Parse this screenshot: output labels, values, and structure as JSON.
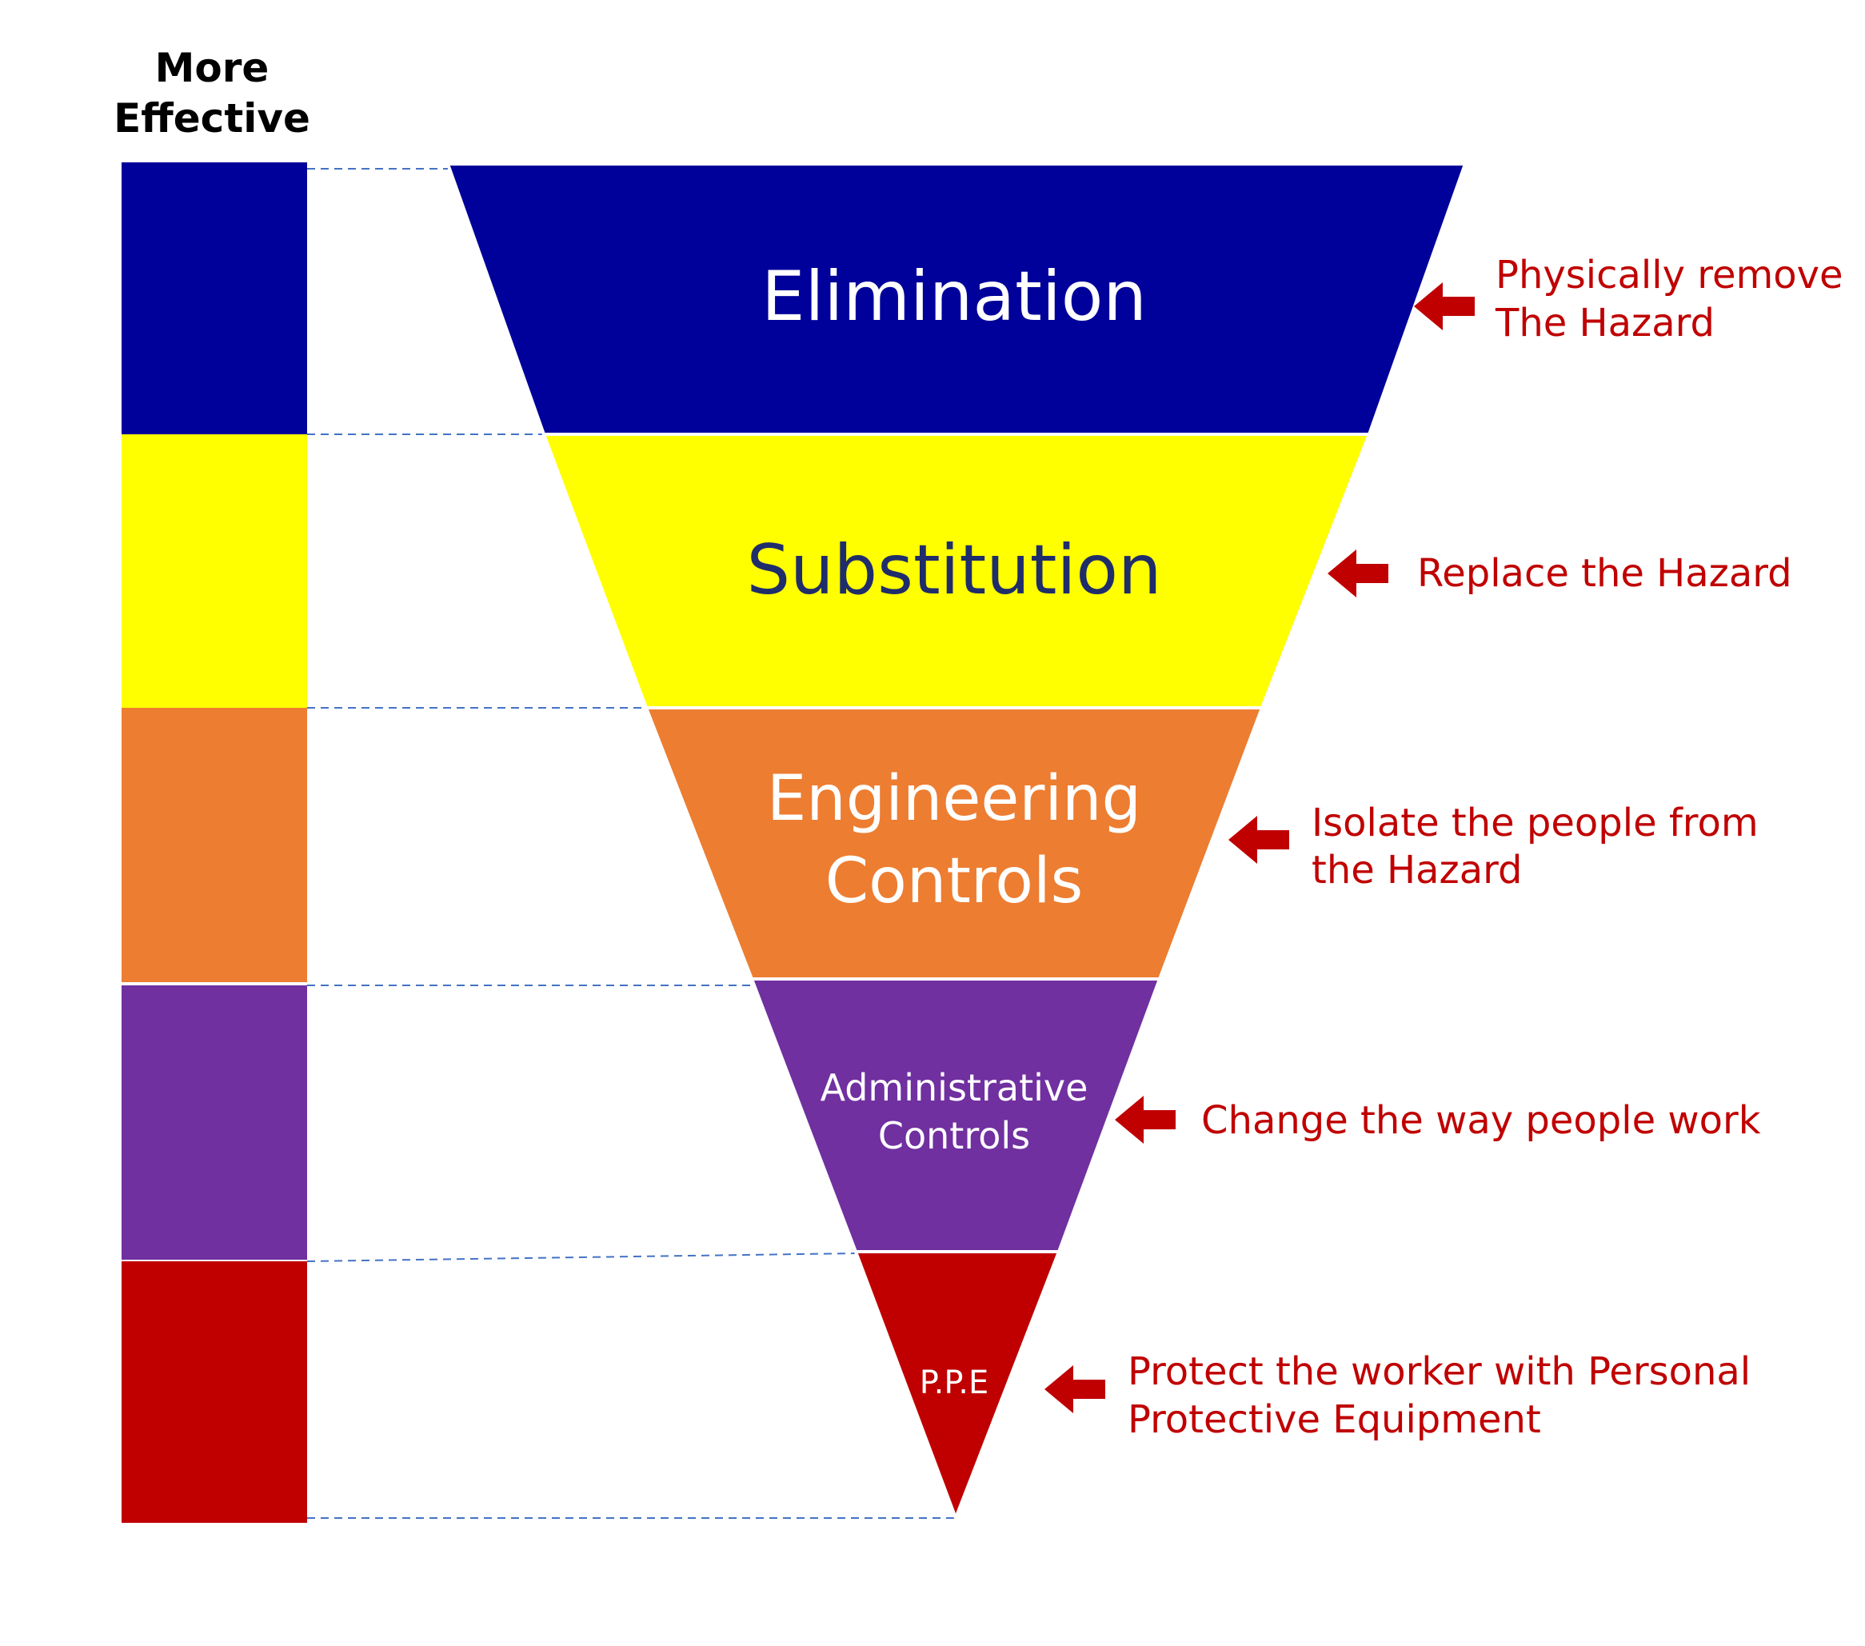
{
  "top_label": {
    "line1": "More",
    "line2": "Effective"
  },
  "levels": [
    {
      "label_lines": [
        "Elimination"
      ],
      "description_lines": [
        "Physically remove",
        "The Hazard"
      ],
      "color": "#00009a",
      "text_color": "#ffffff"
    },
    {
      "label_lines": [
        "Substitution"
      ],
      "description_lines": [
        "Replace the Hazard"
      ],
      "color": "#ffff00",
      "text_color": "#1f2d6b"
    },
    {
      "label_lines": [
        "Engineering",
        "Controls"
      ],
      "description_lines": [
        "Isolate the people from",
        "the Hazard"
      ],
      "color": "#ed7d31",
      "text_color": "#ffffff"
    },
    {
      "label_lines": [
        "Administrative",
        "Controls"
      ],
      "description_lines": [
        "Change the way people work"
      ],
      "color": "#7030a0",
      "text_color": "#ffffff"
    },
    {
      "label_lines": [
        "P.P.E"
      ],
      "description_lines": [
        "Protect the worker with Personal",
        "Protective Equipment"
      ],
      "color": "#c00000",
      "text_color": "#ffffff"
    }
  ],
  "colors": {
    "arrow": "#c00000",
    "description_text": "#c00000",
    "dashed_line": "#4472c4"
  },
  "icons": {
    "arrow": "left-arrow-icon"
  }
}
